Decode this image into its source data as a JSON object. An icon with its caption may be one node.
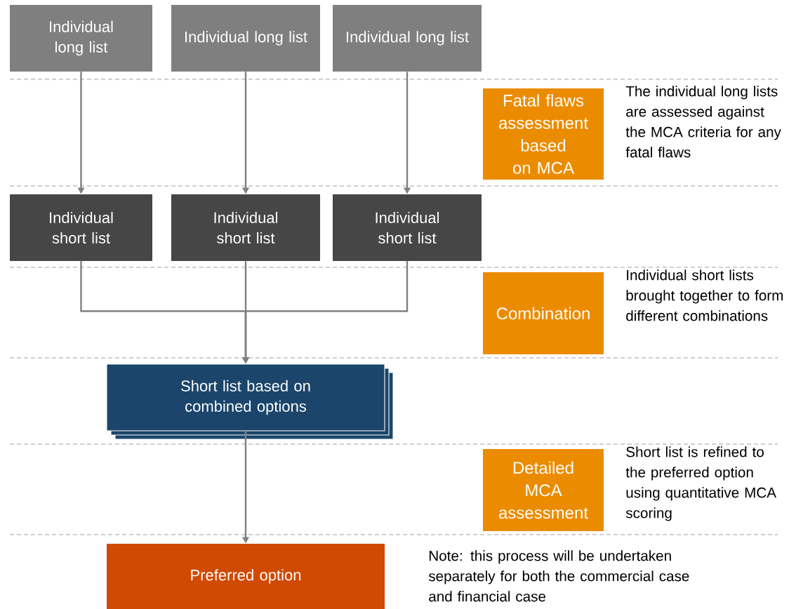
{
  "diagram": {
    "nodes": [
      {
        "text": [
          "Individual long list"
        ]
      },
      {
        "text": [
          "Individual long list"
        ]
      },
      {
        "text": [
          "Individual long list"
        ]
      },
      {
        "text": [
          "Individual short list"
        ]
      },
      {
        "text": [
          "Individual short list"
        ]
      },
      {
        "text": [
          "Individual short list"
        ]
      },
      {
        "text": [
          "Short list based on combined options"
        ]
      },
      {
        "text": [
          "Preferred option"
        ]
      },
      {
        "text": [
          "Fatal flaws assessment based on MCA"
        ],
        "beside": [
          "The individual long lists are assessed against the MCA criteria for any fatal flaws"
        ]
      },
      {
        "text": [
          "Combination"
        ],
        "beside": [
          "Individual short lists brought together to form different combinations"
        ]
      },
      {
        "text": [
          "Detailed MCA assessment"
        ],
        "beside": [
          "Short list is refined to the preferred option using quantitative MCA scoring"
        ]
      }
    ],
    "edges": [
      {
        "from": 0,
        "to": 3,
        "arrow": "to"
      },
      {
        "from": 1,
        "to": 4,
        "arrow": "to"
      },
      {
        "from": 2,
        "to": 5,
        "arrow": "to"
      },
      {
        "from": 3,
        "to": 6,
        "arrow": "to"
      },
      {
        "from": 4,
        "to": 6,
        "arrow": "to"
      },
      {
        "from": 5,
        "to": 6,
        "arrow": "to"
      },
      {
        "from": 6,
        "to": 7,
        "arrow": "to"
      }
    ],
    "labels": [
      "Note: this process will be undertaken separately for both the commercial case and financial case"
    ]
  }
}
